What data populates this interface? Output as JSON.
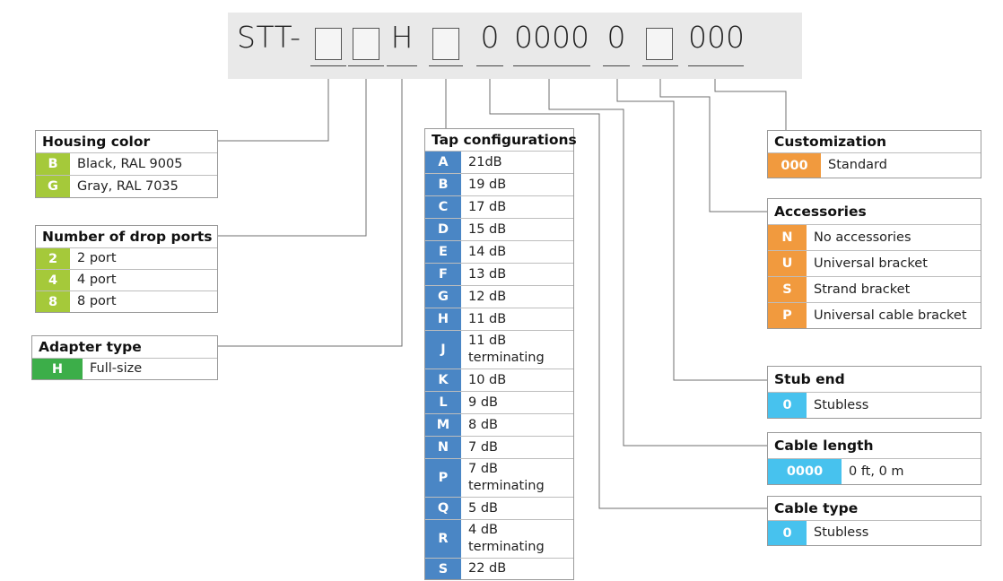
{
  "part_number": {
    "prefix": "STT-",
    "fixed_h": "H",
    "stub_digit": "0",
    "length_digits": "0000",
    "type_digit": "0",
    "custom_digits": "000"
  },
  "colors": {
    "housing": "#a5c93a",
    "adapter": "#3cae49",
    "tap": "#4a86c5",
    "accessories": "#f19a3e",
    "stub_cable": "#47c2ee"
  },
  "housing_color": {
    "title": "Housing color",
    "rows": [
      {
        "code": "B",
        "label": "Black, RAL 9005"
      },
      {
        "code": "G",
        "label": "Gray, RAL 7035"
      }
    ]
  },
  "drop_ports": {
    "title": "Number of drop ports",
    "rows": [
      {
        "code": "2",
        "label": "2 port"
      },
      {
        "code": "4",
        "label": "4 port"
      },
      {
        "code": "8",
        "label": "8 port"
      }
    ]
  },
  "adapter_type": {
    "title": "Adapter type",
    "rows": [
      {
        "code": "H",
        "label": "Full-size"
      }
    ]
  },
  "tap_configurations": {
    "title": "Tap configurations",
    "rows": [
      {
        "code": "A",
        "label": "21dB"
      },
      {
        "code": "B",
        "label": "19 dB"
      },
      {
        "code": "C",
        "label": "17 dB"
      },
      {
        "code": "D",
        "label": "15 dB"
      },
      {
        "code": "E",
        "label": "14 dB"
      },
      {
        "code": "F",
        "label": "13 dB"
      },
      {
        "code": "G",
        "label": "12 dB"
      },
      {
        "code": "H",
        "label": "11 dB"
      },
      {
        "code": "J",
        "label": "11 dB\nterminating"
      },
      {
        "code": "K",
        "label": "10 dB"
      },
      {
        "code": "L",
        "label": "9 dB"
      },
      {
        "code": "M",
        "label": "8 dB"
      },
      {
        "code": "N",
        "label": "7 dB"
      },
      {
        "code": "P",
        "label": "7 dB\nterminating"
      },
      {
        "code": "Q",
        "label": "5 dB"
      },
      {
        "code": "R",
        "label": "4 dB\nterminating"
      },
      {
        "code": "S",
        "label": "22 dB"
      }
    ]
  },
  "customization": {
    "title": "Customization",
    "rows": [
      {
        "code": "000",
        "label": "Standard"
      }
    ]
  },
  "accessories": {
    "title": "Accessories",
    "rows": [
      {
        "code": "N",
        "label": "No accessories"
      },
      {
        "code": "U",
        "label": "Universal bracket"
      },
      {
        "code": "S",
        "label": "Strand bracket"
      },
      {
        "code": "P",
        "label": "Universal cable bracket"
      }
    ]
  },
  "stub_end": {
    "title": "Stub end",
    "rows": [
      {
        "code": "0",
        "label": "Stubless"
      }
    ]
  },
  "cable_length": {
    "title": "Cable length",
    "rows": [
      {
        "code": "0000",
        "label": "0 ft, 0 m"
      }
    ]
  },
  "cable_type": {
    "title": "Cable type",
    "rows": [
      {
        "code": "0",
        "label": "Stubless"
      }
    ]
  }
}
